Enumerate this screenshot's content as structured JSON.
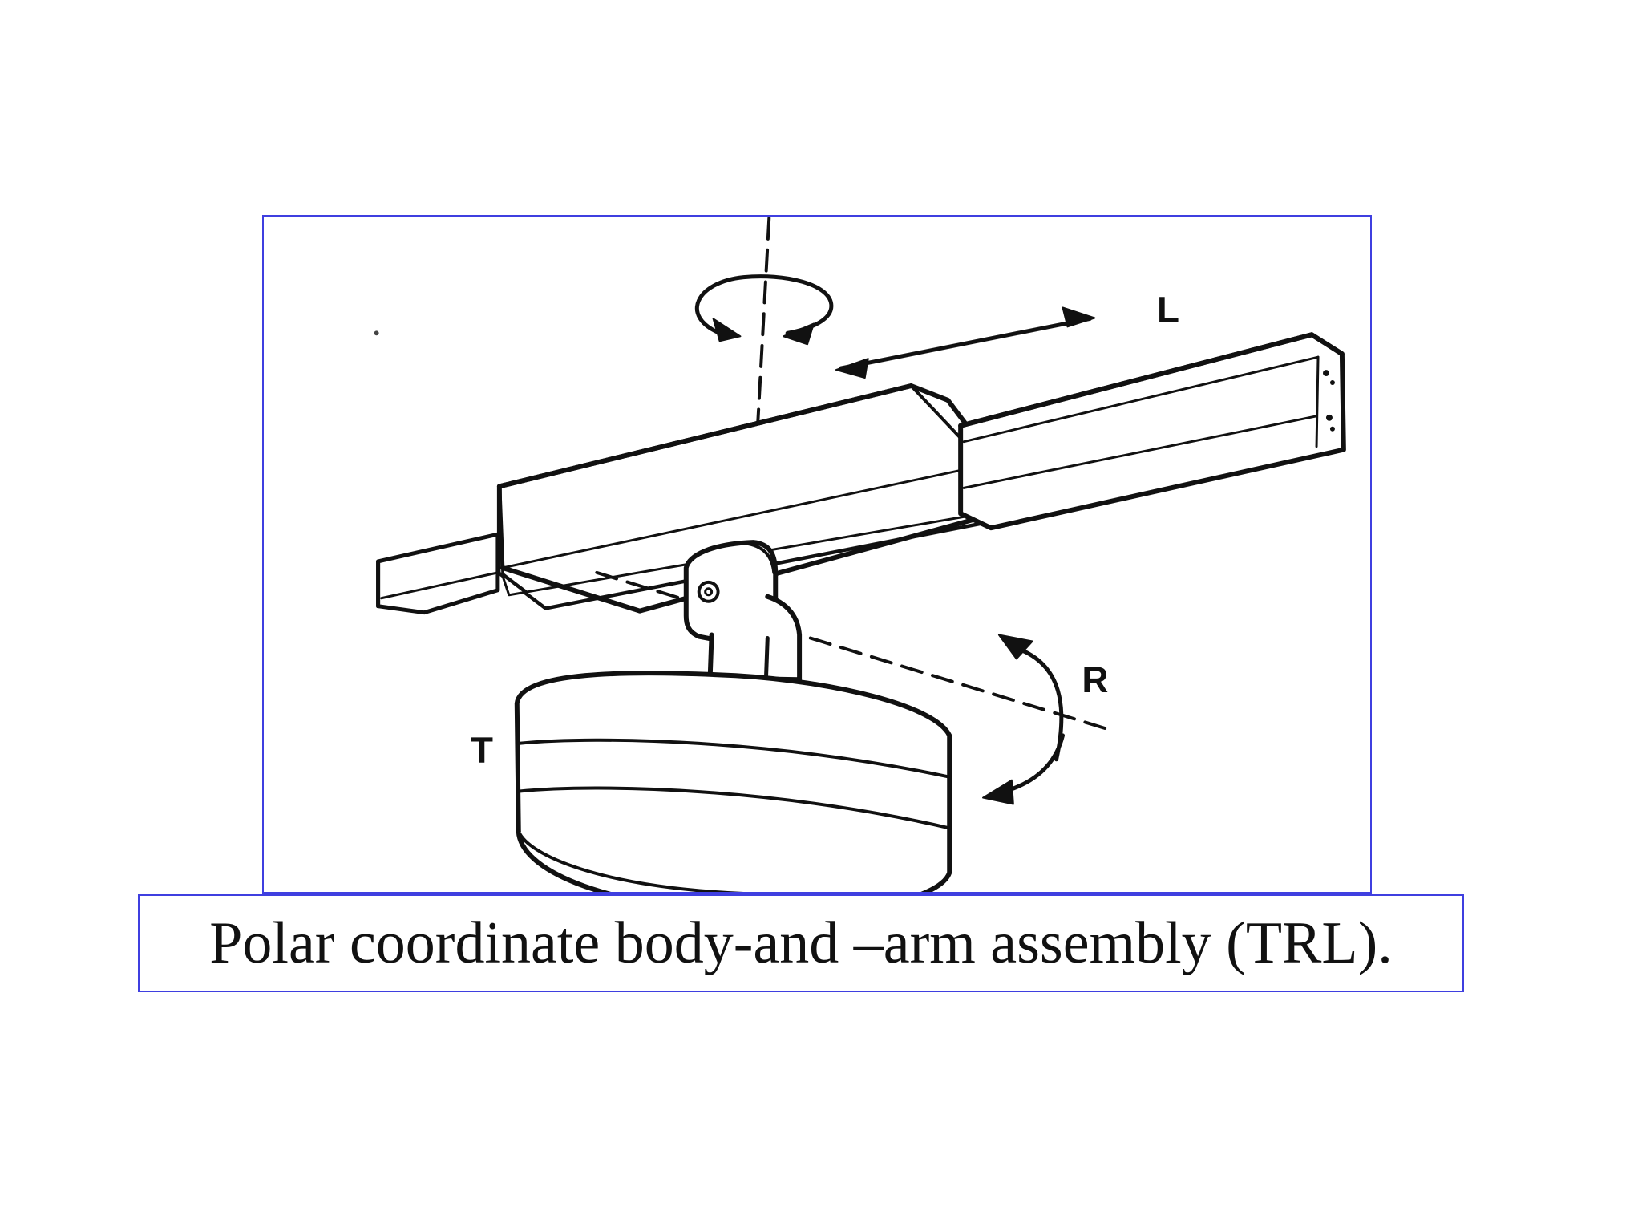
{
  "diagram": {
    "labels": {
      "length": "L",
      "rotation": "R",
      "twist": "T"
    }
  },
  "caption": {
    "text": "Polar coordinate body-and –arm assembly (TRL)."
  },
  "colors": {
    "frame_border": "#3f3fe0",
    "line_art": "#111111",
    "background": "#ffffff"
  }
}
